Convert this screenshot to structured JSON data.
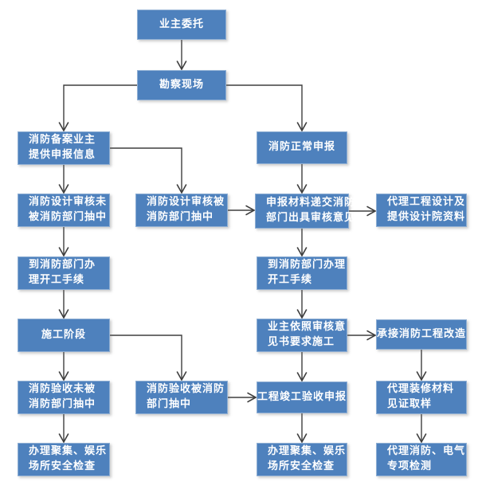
{
  "diagram": {
    "colors": {
      "node_fill": "#4E81BD",
      "node_border": "#8FAFD4",
      "node_text": "#FFFFFF",
      "connector": "#3F3F3F",
      "background": "#FFFFFF"
    },
    "nodes": [
      {
        "id": "yezhu",
        "lines": [
          "业主委托"
        ]
      },
      {
        "id": "kancha",
        "lines": [
          "勘察现场"
        ]
      },
      {
        "id": "beian",
        "lines": [
          "消防备案业主",
          "提供申报信息"
        ]
      },
      {
        "id": "zhengchang",
        "lines": [
          "消防正常申报"
        ]
      },
      {
        "id": "shejiwei",
        "lines": [
          "消防设计审核未",
          "被消防部门抽中"
        ]
      },
      {
        "id": "shejibei",
        "lines": [
          "消防设计审核被",
          "消防部门抽中"
        ]
      },
      {
        "id": "shenbao",
        "lines": [
          "申报材料递交消防",
          "部门出具审核意见"
        ]
      },
      {
        "id": "dailisheji",
        "lines": [
          "代理工程设计及",
          "提供设计院资料"
        ]
      },
      {
        "id": "kaigong1",
        "lines": [
          "到消防部门办",
          "理开工手续"
        ]
      },
      {
        "id": "kaigong2",
        "lines": [
          "到消防部门办理",
          "开工手续"
        ]
      },
      {
        "id": "shigong",
        "lines": [
          "施工阶段"
        ]
      },
      {
        "id": "yizhao",
        "lines": [
          "业主依照审核意",
          "见书要求施工"
        ]
      },
      {
        "id": "chengjie",
        "lines": [
          "承接消防工程改造"
        ]
      },
      {
        "id": "yanshouwei",
        "lines": [
          "消防验收未被",
          "消防部门抽中"
        ]
      },
      {
        "id": "yanshoubei",
        "lines": [
          "消防验收被消防",
          "部门抽中"
        ]
      },
      {
        "id": "jungong",
        "lines": [
          "工程竣工验收申报"
        ]
      },
      {
        "id": "quyang",
        "lines": [
          "代理装修材料",
          "见证取样"
        ]
      },
      {
        "id": "anjian1",
        "lines": [
          "办理聚集、娱乐",
          "场所安全检查"
        ]
      },
      {
        "id": "anjian2",
        "lines": [
          "办理聚集、娱乐",
          "场所安全检查"
        ]
      },
      {
        "id": "jiance",
        "lines": [
          "代理消防、电气",
          "专项检测"
        ]
      }
    ],
    "edges": [
      {
        "from": "yezhu",
        "to": "kancha",
        "type": "v"
      },
      {
        "from": "kancha",
        "to": "beian",
        "type": "elbow"
      },
      {
        "from": "kancha",
        "to": "zhengchang",
        "type": "elbow"
      },
      {
        "from": "beian",
        "to": "shejiwei",
        "type": "v"
      },
      {
        "from": "beian",
        "to": "shejibei",
        "type": "elbow"
      },
      {
        "from": "shejiwei",
        "to": "kaigong1",
        "type": "v"
      },
      {
        "from": "kaigong1",
        "to": "shigong",
        "type": "v"
      },
      {
        "from": "shigong",
        "to": "yanshouwei",
        "type": "v"
      },
      {
        "from": "shigong",
        "to": "yanshoubei",
        "type": "elbow"
      },
      {
        "from": "yanshouwei",
        "to": "anjian1",
        "type": "v"
      },
      {
        "from": "shejibei",
        "to": "shenbao",
        "type": "h"
      },
      {
        "from": "zhengchang",
        "to": "shenbao",
        "type": "v"
      },
      {
        "from": "shenbao",
        "to": "dailisheji",
        "type": "h"
      },
      {
        "from": "shenbao",
        "to": "kaigong2",
        "type": "v"
      },
      {
        "from": "kaigong2",
        "to": "yizhao",
        "type": "v"
      },
      {
        "from": "yizhao",
        "to": "chengjie",
        "type": "h"
      },
      {
        "from": "yizhao",
        "to": "jungong",
        "type": "v"
      },
      {
        "from": "yanshoubei",
        "to": "jungong",
        "type": "h"
      },
      {
        "from": "jungong",
        "to": "anjian2",
        "type": "v"
      },
      {
        "from": "chengjie",
        "to": "quyang",
        "type": "v"
      },
      {
        "from": "quyang",
        "to": "jiance",
        "type": "v"
      }
    ]
  }
}
